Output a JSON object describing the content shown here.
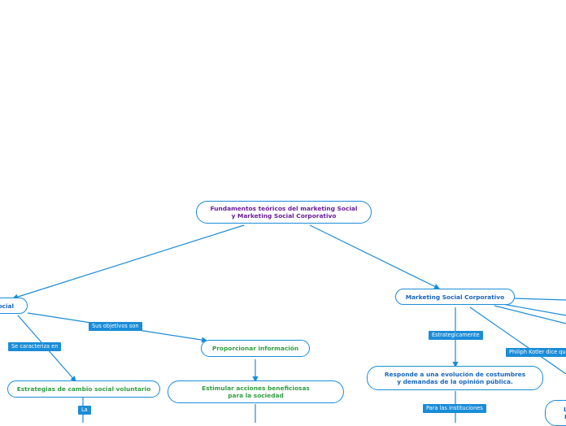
{
  "root": {
    "label": "Fundamentos teóricos del marketing Social\ny  Marketing Social Corporativo"
  },
  "left_topic": {
    "label": "ocial"
  },
  "right_topic": {
    "label": "Marketing Social Corporativo"
  },
  "nodes": {
    "proporcionar": "Proporcionar información",
    "estrategias": "Estrategias de cambio social voluntario",
    "estimular": "Estimular acciones beneficiosas para la sociedad",
    "responde": "Responde a una evolución de costumbres y demandas de la opinión pública.",
    "partial_right": "L\nI"
  },
  "tags": {
    "sus_objetivos": "Sus objetivos son",
    "se_caracteriza": "Se caracteriza en",
    "la": "La",
    "estrategicamente": "Estrategicamente",
    "para_instituciones": "Para las instituciones",
    "kotler": "Philiph Kotler dice que"
  },
  "colors": {
    "connector": "#1a8cd8",
    "root_text": "#6a1b9a",
    "topic_text": "#1565c0",
    "sub_text": "#2e9e3e"
  }
}
